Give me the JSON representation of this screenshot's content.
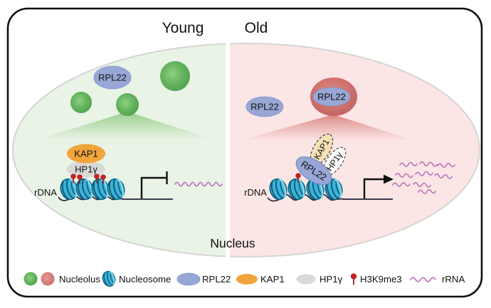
{
  "header": {
    "young_label": "Young",
    "old_label": "Old"
  },
  "nucleus": {
    "label": "Nucleus",
    "young_bg": "#e9f3e6",
    "old_bg": "#fbe6e5",
    "outline": "#d5d5d3"
  },
  "young": {
    "rpl22_label": "RPL22",
    "kap1_label": "KAP1",
    "hp1gamma_label": "HP1γ",
    "rdna_label": "rDNA",
    "transcription_state": "repressed",
    "h3k9me3_marks": 4,
    "rrna_count": 1,
    "nucleolus_count": 3,
    "nucleolus_color": "#5aa85a",
    "fan_color": "#6ebc60"
  },
  "old": {
    "rpl22_free_label": "RPL22",
    "rpl22_nucleolus_label": "RPL22",
    "rpl22_chromatin_label": "RPL22",
    "kap1_label": "KAP1",
    "hp1gamma_label": "HP1γ",
    "rdna_label": "rDNA",
    "transcription_state": "active",
    "h3k9me3_marks": 1,
    "rrna_count": 9,
    "nucleolus_count": 1,
    "nucleolus_color": "#c96a67",
    "fan_color": "#cf6663",
    "kap1_hp1gamma_outline": "dashed"
  },
  "legend": {
    "items": [
      {
        "icon": "nucleolus",
        "label": "Nucleolus",
        "colors": [
          "#5aa85a",
          "#cf6d6d"
        ]
      },
      {
        "icon": "nucleosome",
        "label": "Nucleosome",
        "color": "#3db3d8"
      },
      {
        "icon": "rpl22",
        "label": "RPL22",
        "color": "#98a7d5"
      },
      {
        "icon": "kap1",
        "label": "KAP1",
        "color": "#f1a43c"
      },
      {
        "icon": "hp1gamma",
        "label": "HP1γ",
        "color": "#d9d9d7"
      },
      {
        "icon": "h3k9me3",
        "label": "H3K9me3",
        "color": "#d11f1f"
      },
      {
        "icon": "rrna",
        "label": "rRNA",
        "color": "#bd77be"
      }
    ]
  },
  "colors": {
    "rpl22": "#98a7d5",
    "kap1": "#f1a43c",
    "hp1gamma": "#d9d9d7",
    "nucleosome": "#3db3d8",
    "h3k9me3": "#d11f1f",
    "rrna": "#bd77be",
    "line": "#111111"
  }
}
